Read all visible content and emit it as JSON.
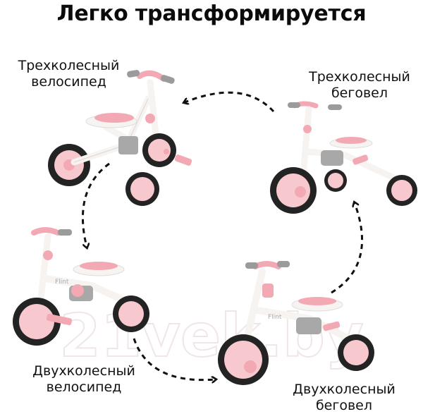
{
  "headline": "Легко трансформируется",
  "modes": {
    "top_left": {
      "line1": "Трехколесный",
      "line2": "велосипед"
    },
    "top_right": {
      "line1": "Трехколесный",
      "line2": "беговел"
    },
    "bottom_left": {
      "line1": "Двухколесный",
      "line2": "велосипед"
    },
    "bottom_right": {
      "line1": "Двухколесный",
      "line2": "беговел"
    }
  },
  "brand_on_frame": "Flint",
  "watermark": "21vek.by",
  "colors": {
    "pink": "#f2a9b4",
    "light_pink": "#f7c9cf",
    "white_frame": "#f6f3f1",
    "tire": "#232323",
    "gray": "#9b9b9b",
    "arrow": "#111111"
  }
}
